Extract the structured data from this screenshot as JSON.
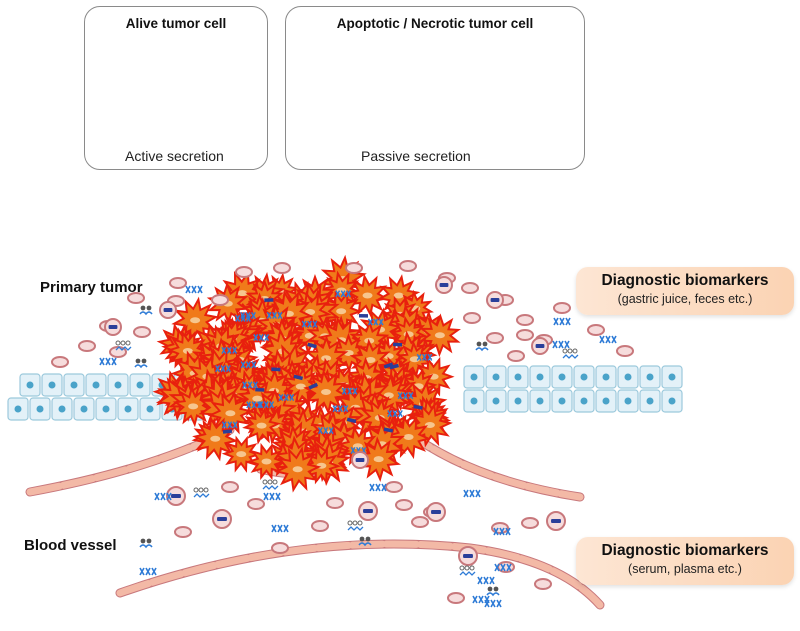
{
  "panels": {
    "alive": {
      "title": "Alive tumor cell",
      "caption": "Active secretion"
    },
    "apoptotic": {
      "title": "Apoptotic / Necrotic tumor cell",
      "caption": "Passive secretion"
    }
  },
  "labels": {
    "primary_tumor": "Primary tumor",
    "blood_vessel": "Blood vessel"
  },
  "biomarkers": [
    {
      "title": "Diagnostic biomarkers",
      "subtitle": "(gastric juice, feces etc.)"
    },
    {
      "title": "Diagnostic biomarkers",
      "subtitle": "(serum, plasma etc.)"
    }
  ],
  "colors": {
    "tumor_red": "#e8200e",
    "tumor_orange": "#f07a1a",
    "vesicle_fill": "#f6dcdc",
    "vesicle_border": "#c8787c",
    "epithelium_fill": "#e3f1f8",
    "epithelium_border": "#9cc9dc",
    "nucleus": "#4aa3c9",
    "dna_blue": "#2e7bd6",
    "vessel": "#f3b9a6",
    "biomarker_box": "#fbd3b3"
  }
}
